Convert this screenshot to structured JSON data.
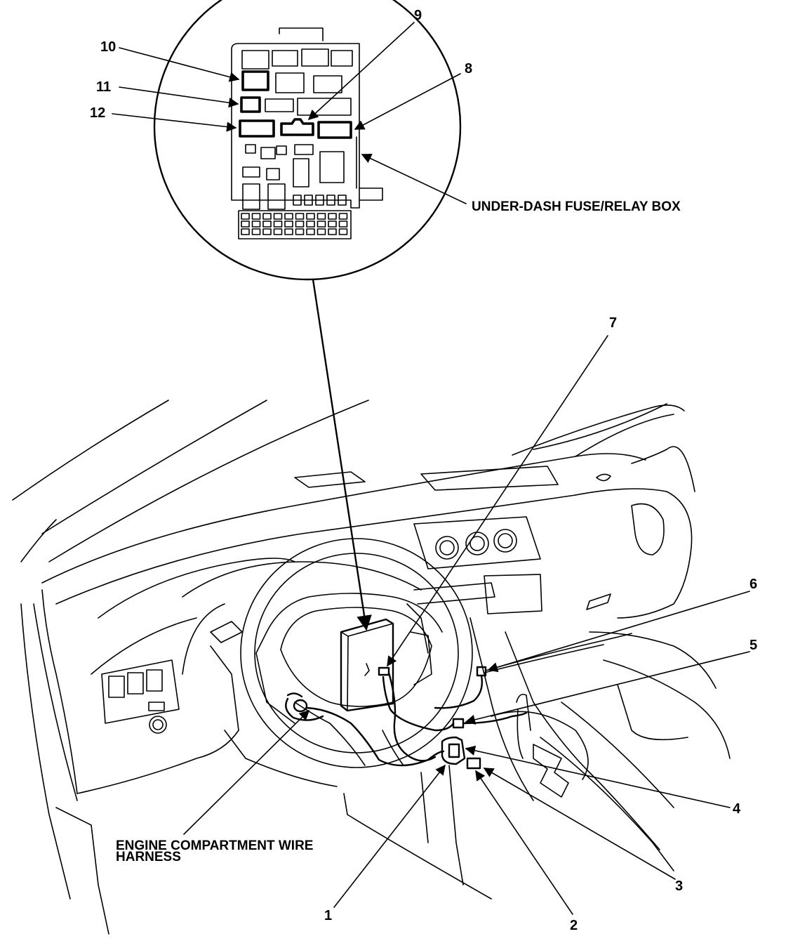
{
  "callouts": {
    "n1": "1",
    "n2": "2",
    "n3": "3",
    "n4": "4",
    "n5": "5",
    "n6": "6",
    "n7": "7",
    "n8": "8",
    "n9": "9",
    "n10": "10",
    "n11": "11",
    "n12": "12"
  },
  "labels": {
    "fuse_box": "UNDER-DASH FUSE/RELAY BOX",
    "harness_line1": "ENGINE COMPARTMENT WIRE",
    "harness_line2": "HARNESS"
  }
}
